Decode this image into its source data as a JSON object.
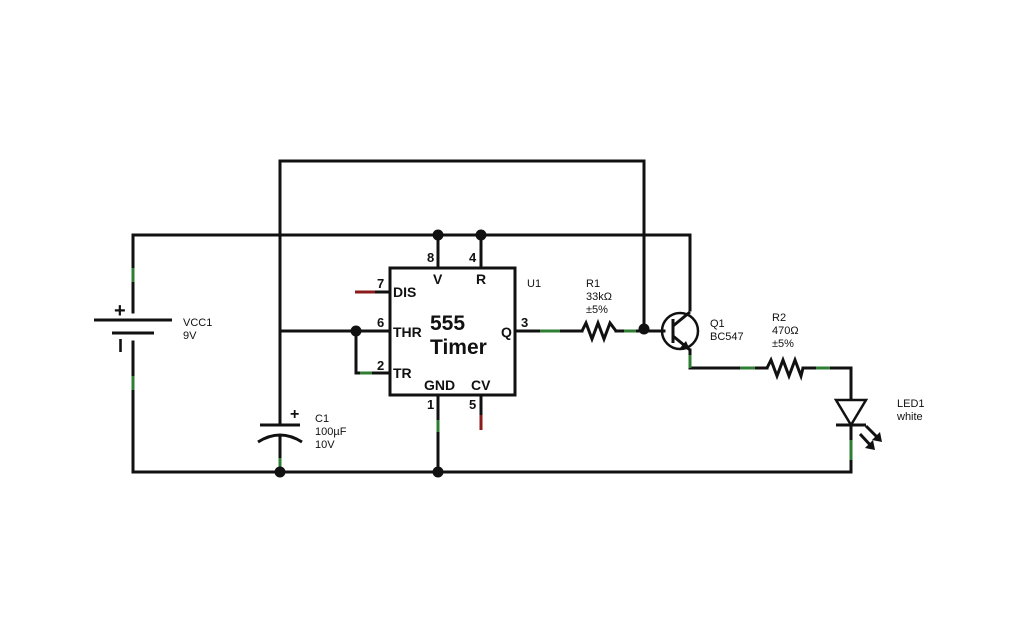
{
  "colors": {
    "wire": "#111111",
    "node_green": "#2e7d32",
    "node_red": "#8b1a1a",
    "background": "#ffffff"
  },
  "chip": {
    "ref": "U1",
    "title_line1": "555",
    "title_line2": "Timer",
    "pins": {
      "dis": {
        "num": "7",
        "label": "DIS"
      },
      "thr": {
        "num": "6",
        "label": "THR"
      },
      "tr": {
        "num": "2",
        "label": "TR"
      },
      "v": {
        "num": "8",
        "label": "V"
      },
      "r": {
        "num": "4",
        "label": "R"
      },
      "q": {
        "num": "3",
        "label": "Q"
      },
      "gnd": {
        "num": "1",
        "label": "GND"
      },
      "cv": {
        "num": "5",
        "label": "CV"
      }
    }
  },
  "battery": {
    "ref": "VCC1",
    "value": "9V",
    "plus": "+",
    "minus": "I"
  },
  "capacitor": {
    "ref": "C1",
    "value": "100µF",
    "voltage": "10V",
    "plus": "+"
  },
  "resistor1": {
    "ref": "R1",
    "value": "33kΩ",
    "tolerance": "±5%"
  },
  "resistor2": {
    "ref": "R2",
    "value": "470Ω",
    "tolerance": "±5%"
  },
  "transistor": {
    "ref": "Q1",
    "model": "BC547"
  },
  "led": {
    "ref": "LED1",
    "color": "white"
  }
}
